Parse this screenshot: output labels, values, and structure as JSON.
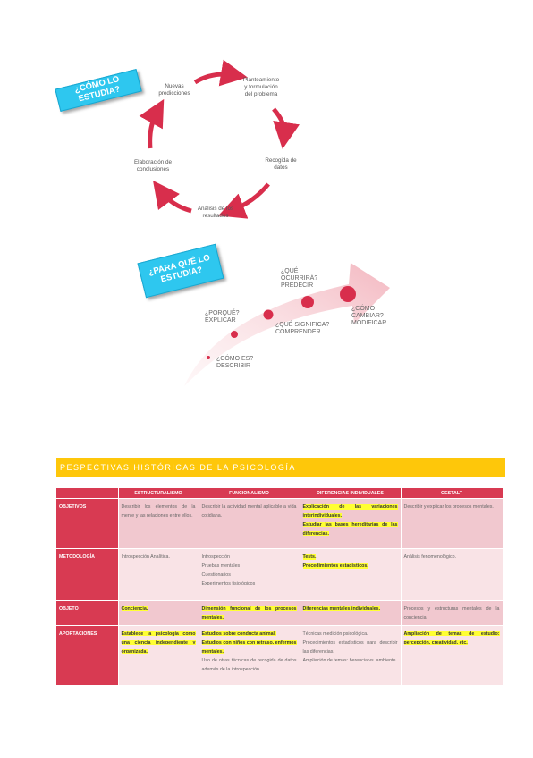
{
  "section1": {
    "tag": "¿CÓMO LO ESTUDIA?",
    "cycle": {
      "step1": [
        "Planteamiento",
        "y formulación",
        "del problema"
      ],
      "step2": [
        "Recogida de",
        "datos"
      ],
      "step3": [
        "Análisis de los",
        "resultados"
      ],
      "step4": [
        "Elaboración de",
        "conclusiones"
      ],
      "step5": [
        "Nuevas",
        "predicciones"
      ]
    }
  },
  "section2": {
    "tag": "¿PARA QUÉ LO ESTUDIA?",
    "labels": {
      "describir": [
        "¿CÓMO ES?",
        "DESCRIBIR"
      ],
      "explicar": [
        "¿PORQUÉ?",
        "EXPLICAR"
      ],
      "comprender": [
        "¿QUÉ SIGNIFICA?",
        "COMPRENDER"
      ],
      "predecir": [
        "¿QUÉ",
        "OCURRIRÁ?",
        "PREDECIR"
      ],
      "modificar": [
        "¿CÓMO",
        "CAMBIAR?",
        "MODIFICAR"
      ]
    }
  },
  "section3": {
    "banner": "PESPECTIVAS HISTÓRICAS DE LA PSICOLOGÍA",
    "headers": [
      "",
      "ESTRUCTURALISMO",
      "FUNCIONALISMO",
      "DIFERENCIAS INDIVIDUALES",
      "GESTALT"
    ],
    "rows": {
      "objetivos": {
        "label": "OBJETIVOS",
        "estructuralismo": "Describir los elementos de la mente y las relaciones entre ellos.",
        "funcionalismo": "Describir la actividad mental aplicable a vida cotidiana.",
        "diferencias": [
          "Explicación de las variaciones interindividuales.",
          "Estudiar las bases hereditarias de las diferencias."
        ],
        "gestalt": "Describir y explicar los procesos mentales."
      },
      "metodologia": {
        "label": "METODOLOGÍA",
        "estructuralismo": "Introspección Analítica.",
        "funcionalismo": [
          "Introspección",
          "Pruebas mentales",
          "Cuestionarios",
          "Experimentos fisiológicos"
        ],
        "diferencias": [
          "Tests.",
          "Procedimientos estadísticos."
        ],
        "gestalt": "Análisis fenomenológico."
      },
      "objeto": {
        "label": "OBJETO",
        "estructuralismo": "Conciencia.",
        "funcionalismo": "Dimensión funcional de los procesos mentales.",
        "diferencias": "Diferencias mentales individuales.",
        "gestalt": "Procesos y estructuras mentales de la conciencia."
      },
      "aportaciones": {
        "label": "APORTACIONES",
        "estructuralismo": "Establece la psicología como una ciencia independiente y organizada.",
        "funcionalismo": [
          "Estudios sobre conducta animal.",
          "Estudios con niños con retraso, enfermos mentales.",
          "Uso de otras técnicas de recogida de datos además de la introspección."
        ],
        "diferencias": [
          "Técnicas medición psicológica.",
          "Procedimientos estadísticos para describir las diferencias.",
          "Ampliación de temas: herencia vs. ambiente."
        ],
        "gestalt": "Ampliación de temas de estudio: percepción, creatividad, etc."
      }
    }
  }
}
